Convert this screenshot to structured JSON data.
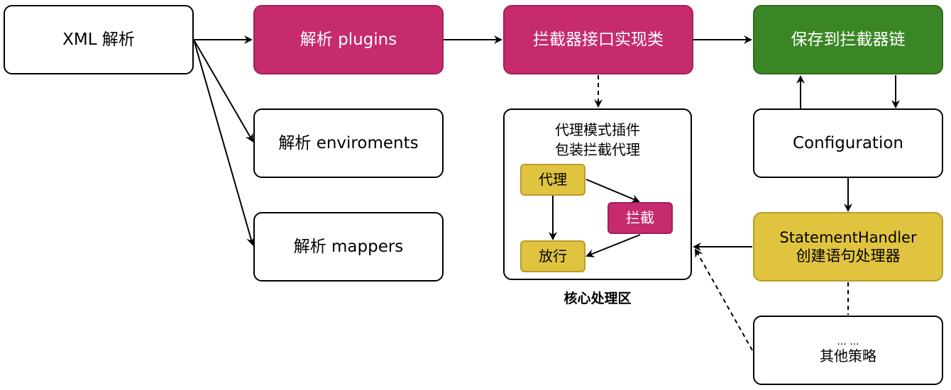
{
  "nodes": {
    "xml_parse": "XML 解析",
    "parse_plugins": "解析 plugins",
    "parse_environments": "解析 enviroments",
    "parse_mappers": "解析 mappers",
    "interceptor_impl": "拦截器接口实现类",
    "save_chain": "保存到拦截器链",
    "configuration": "Configuration",
    "statement_handler_line1": "StatementHandler",
    "statement_handler_line2": "创建语句处理器",
    "other_line1": "... ...",
    "other_line2": "其他策略"
  },
  "core_group": {
    "title_line1": "代理模式插件",
    "title_line2": "包装拦截代理",
    "proxy": "代理",
    "intercept": "拦截",
    "release": "放行",
    "caption": "核心处理区"
  },
  "colors": {
    "magenta": "#c62b6e",
    "green": "#3a8627",
    "yellow": "#e0c440"
  }
}
